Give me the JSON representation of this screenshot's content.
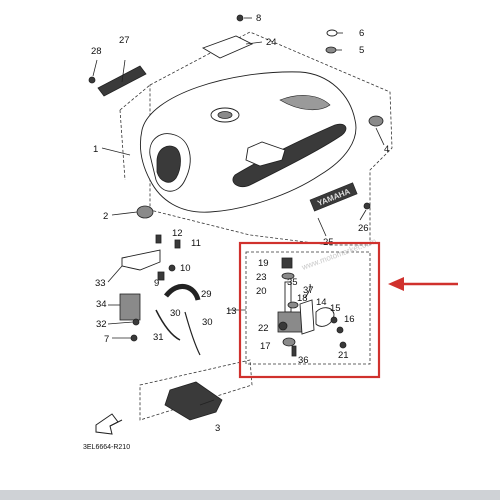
{
  "diagram": {
    "code": "3EL6664-R210",
    "watermark": "www.motomarket.com",
    "tank_badge": "YAMAHA",
    "callouts": [
      {
        "id": "c1",
        "text": "1"
      },
      {
        "id": "c2",
        "text": "2"
      },
      {
        "id": "c3",
        "text": "3"
      },
      {
        "id": "c4",
        "text": "4"
      },
      {
        "id": "c5",
        "text": "5"
      },
      {
        "id": "c6",
        "text": "6"
      },
      {
        "id": "c7",
        "text": "7"
      },
      {
        "id": "c8",
        "text": "8"
      },
      {
        "id": "c9",
        "text": "9"
      },
      {
        "id": "c10",
        "text": "10"
      },
      {
        "id": "c11",
        "text": "11"
      },
      {
        "id": "c12",
        "text": "12"
      },
      {
        "id": "c13",
        "text": "13"
      },
      {
        "id": "c14",
        "text": "14"
      },
      {
        "id": "c15",
        "text": "15"
      },
      {
        "id": "c16",
        "text": "16"
      },
      {
        "id": "c17",
        "text": "17"
      },
      {
        "id": "c18",
        "text": "18"
      },
      {
        "id": "c19",
        "text": "19"
      },
      {
        "id": "c20",
        "text": "20"
      },
      {
        "id": "c21",
        "text": "21"
      },
      {
        "id": "c22",
        "text": "22"
      },
      {
        "id": "c23",
        "text": "23"
      },
      {
        "id": "c24",
        "text": "24"
      },
      {
        "id": "c25",
        "text": "25"
      },
      {
        "id": "c26",
        "text": "26"
      },
      {
        "id": "c27",
        "text": "27"
      },
      {
        "id": "c28",
        "text": "28"
      },
      {
        "id": "c29",
        "text": "29"
      },
      {
        "id": "c30a",
        "text": "30"
      },
      {
        "id": "c30b",
        "text": "30"
      },
      {
        "id": "c31",
        "text": "31"
      },
      {
        "id": "c32",
        "text": "32"
      },
      {
        "id": "c33",
        "text": "33"
      },
      {
        "id": "c34",
        "text": "34"
      },
      {
        "id": "c35",
        "text": "35"
      },
      {
        "id": "c36",
        "text": "36"
      },
      {
        "id": "c37",
        "text": "37"
      }
    ],
    "highlight": {
      "box_color": "#d0312d",
      "arrow_color": "#d0312d"
    }
  }
}
